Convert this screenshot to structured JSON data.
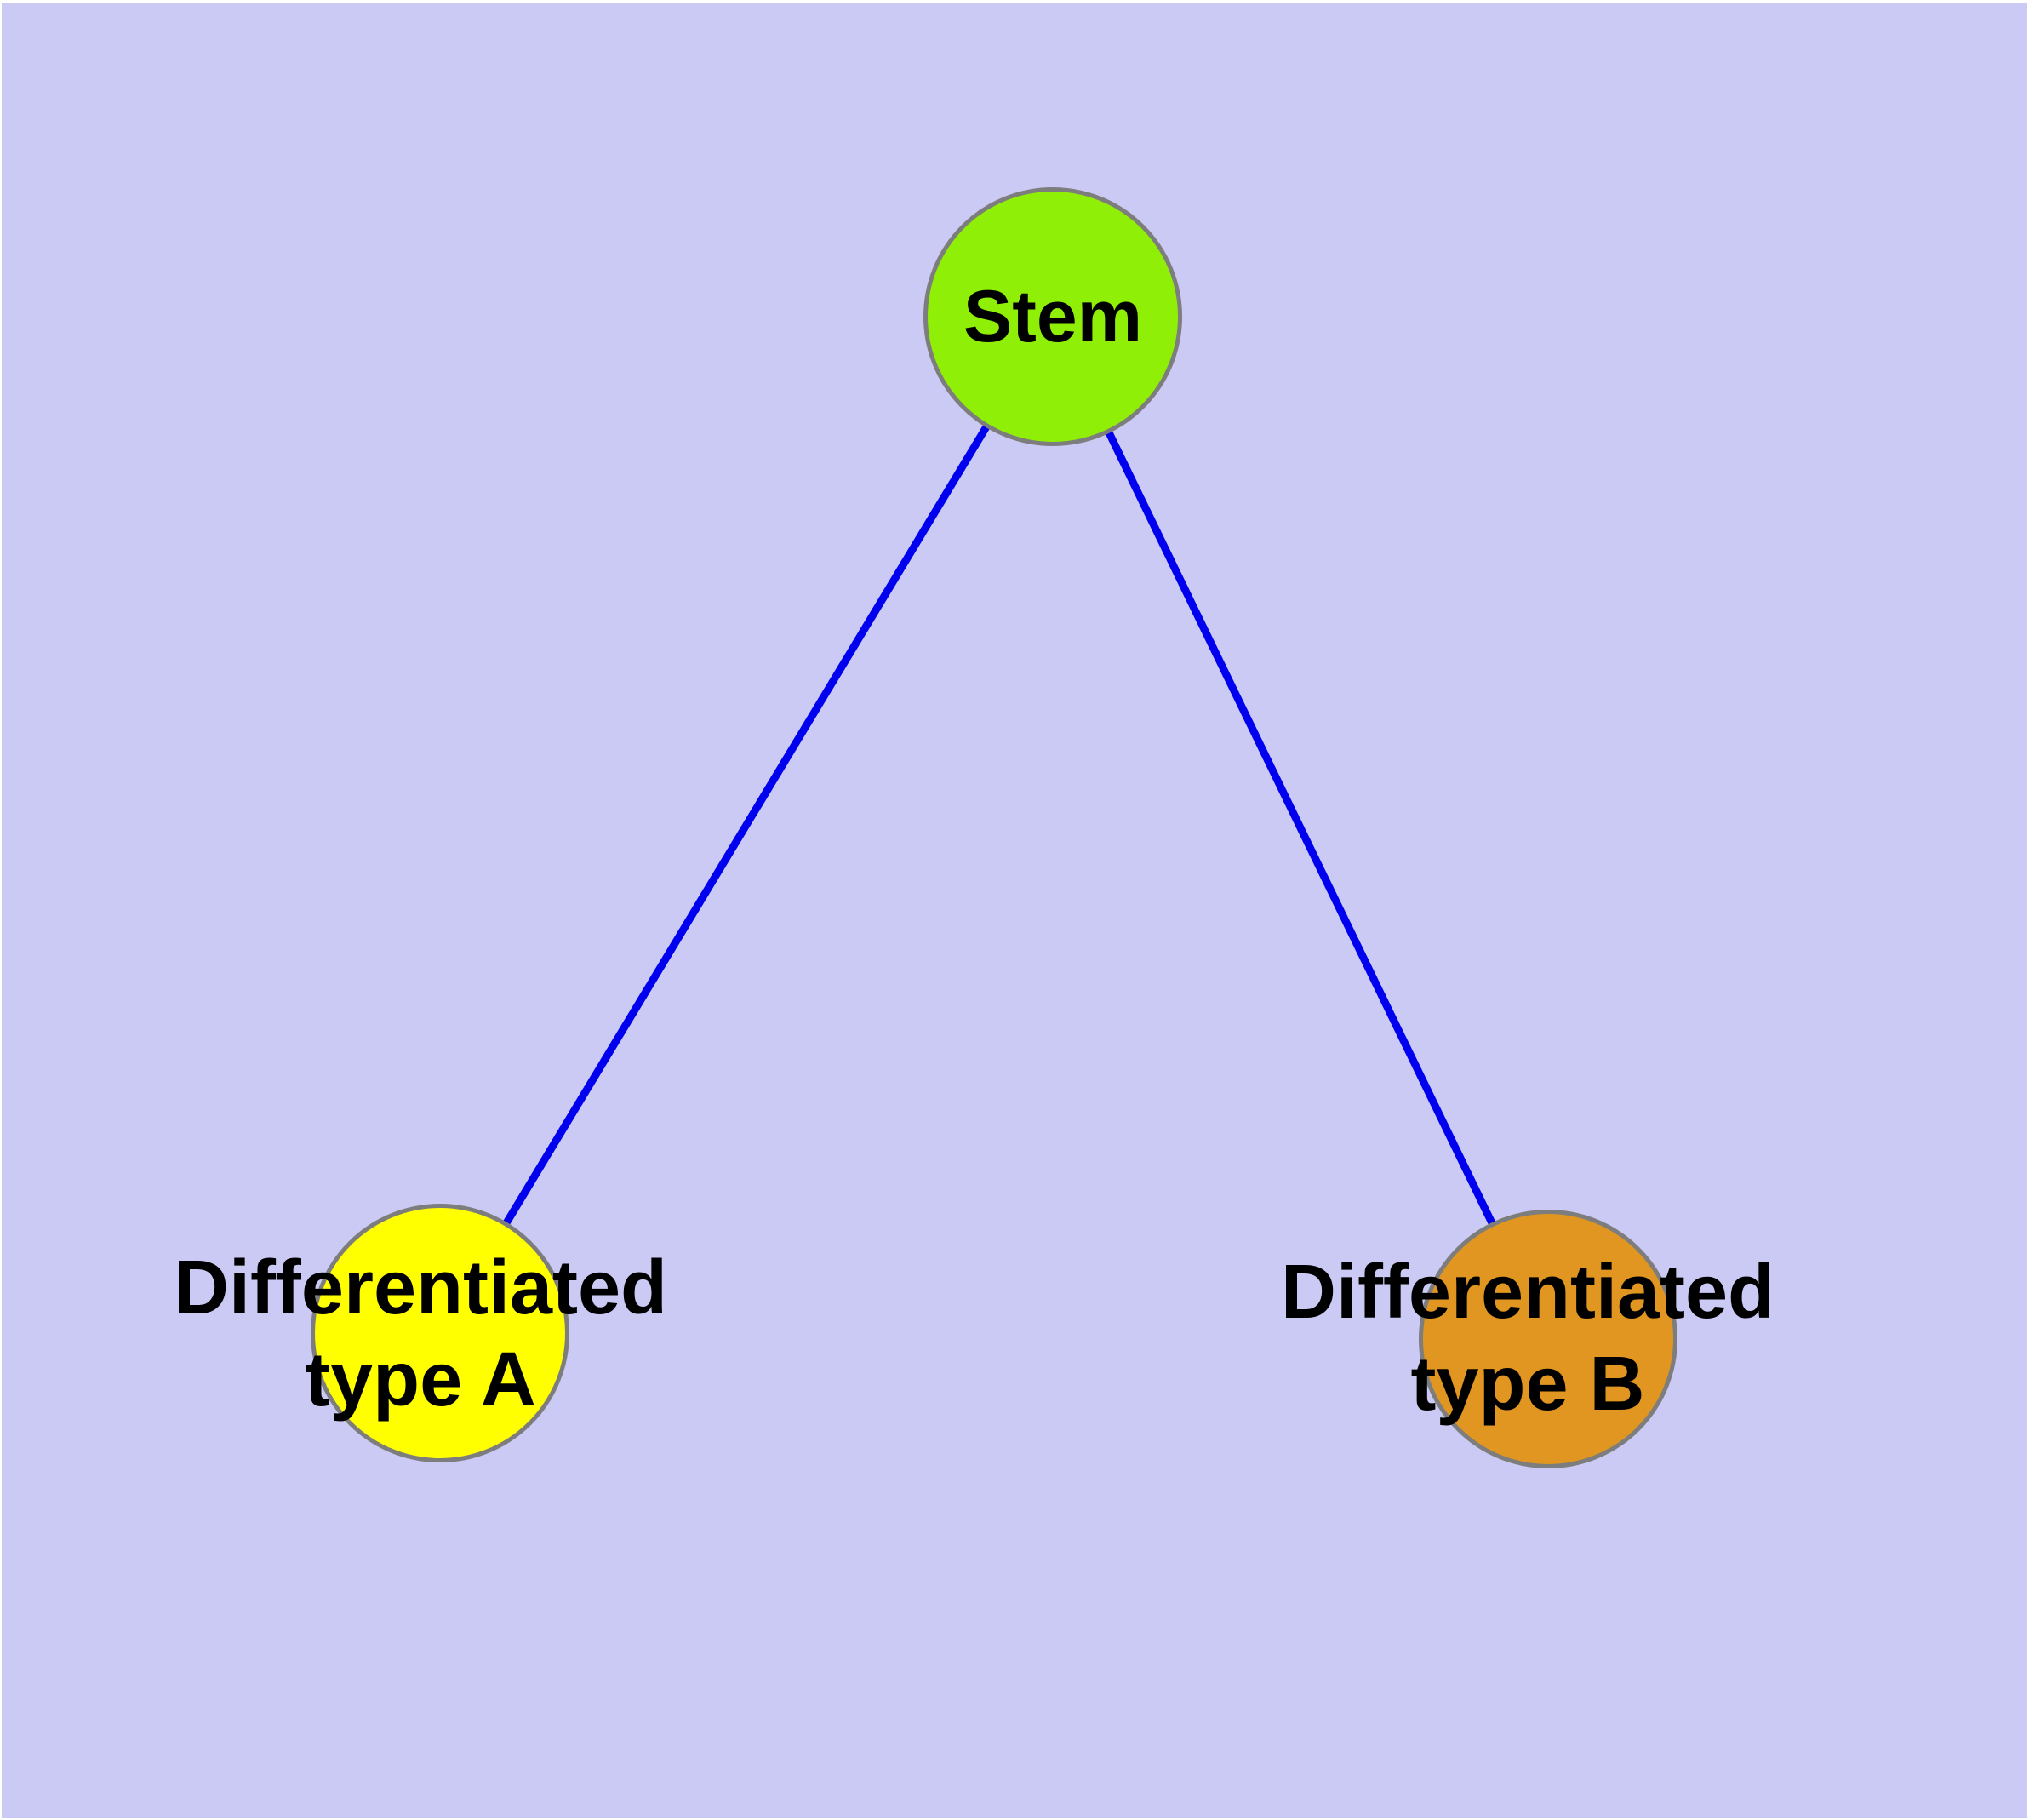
{
  "canvas": {
    "page_background": "#FFFFFF",
    "background": "#CACAF5"
  },
  "graph": {
    "nodes": [
      {
        "id": "stem",
        "label": "Stem",
        "fill": "#8FEF06",
        "border": "#7D7D7D",
        "text_color": "#000000"
      },
      {
        "id": "differentiated-type-a",
        "label": "Differentiated\ntype A",
        "fill": "#FFFF00",
        "border": "#7D7D7D",
        "text_color": "#000000"
      },
      {
        "id": "differentiated-type-b",
        "label": "Differentiated\ntype B",
        "fill": "#E09620",
        "border": "#7D7D7D",
        "text_color": "#000000"
      }
    ],
    "edges": [
      {
        "from": "stem",
        "to": "differentiated-type-a",
        "color": "#0000EE"
      },
      {
        "from": "stem",
        "to": "differentiated-type-b",
        "color": "#0000EE"
      }
    ]
  }
}
